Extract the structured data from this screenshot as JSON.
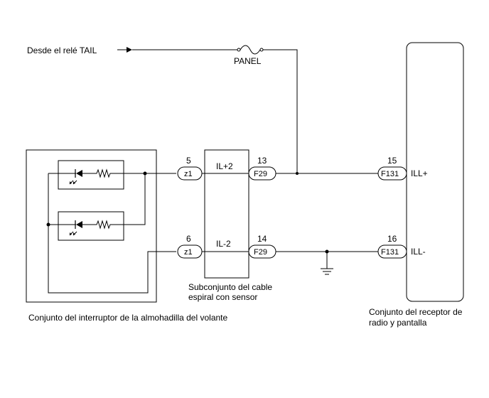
{
  "diagram": {
    "source_label": "Desde el relé TAIL",
    "fuse_label": "PANEL",
    "switch_assembly_label": "Conjunto del interruptor de la almohadilla del volante",
    "spiral_cable_label_line1": "Subconjunto del cable",
    "spiral_cable_label_line2": "espiral con sensor",
    "receiver_label_line1": "Conjunto del receptor de",
    "receiver_label_line2": "radio y pantalla",
    "spiral_terminals": {
      "top": "IL+2",
      "bottom": "IL-2"
    },
    "receiver_terminals": {
      "top": "ILL+",
      "bottom": "ILL-"
    },
    "connectors": {
      "z1_top": {
        "name": "z1",
        "pin": "5"
      },
      "z1_bottom": {
        "name": "z1",
        "pin": "6"
      },
      "f29_top": {
        "name": "F29",
        "pin": "13"
      },
      "f29_bottom": {
        "name": "F29",
        "pin": "14"
      },
      "f131_top": {
        "name": "F131",
        "pin": "15"
      },
      "f131_bottom": {
        "name": "F131",
        "pin": "16"
      }
    }
  }
}
